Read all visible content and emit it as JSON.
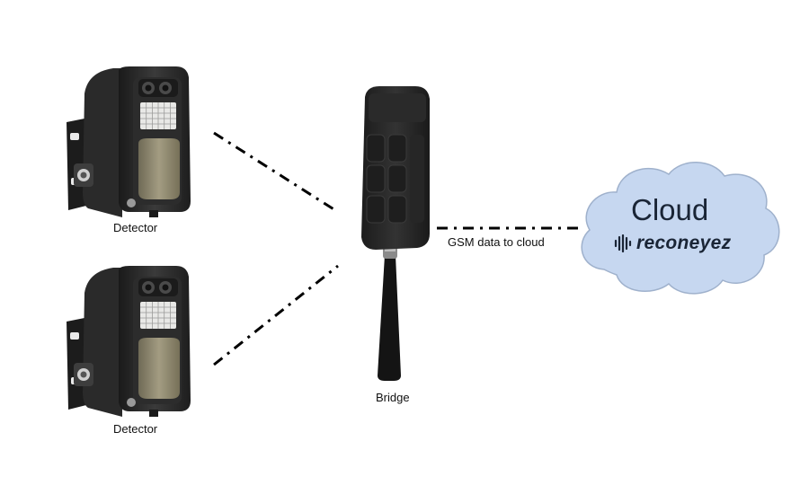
{
  "labels": {
    "detector_top": "Detector",
    "detector_bottom": "Detector",
    "bridge": "Bridge",
    "link": "GSM data to cloud"
  },
  "cloud": {
    "title": "Cloud",
    "brand": "reconeyez",
    "fill_color": "#c6d7f0",
    "stroke_color": "#9fb1cc"
  },
  "colors": {
    "device_body": "#242424",
    "device_panel": "#333333",
    "lens_olive": "#8c8670",
    "connector_line": "#000000"
  }
}
